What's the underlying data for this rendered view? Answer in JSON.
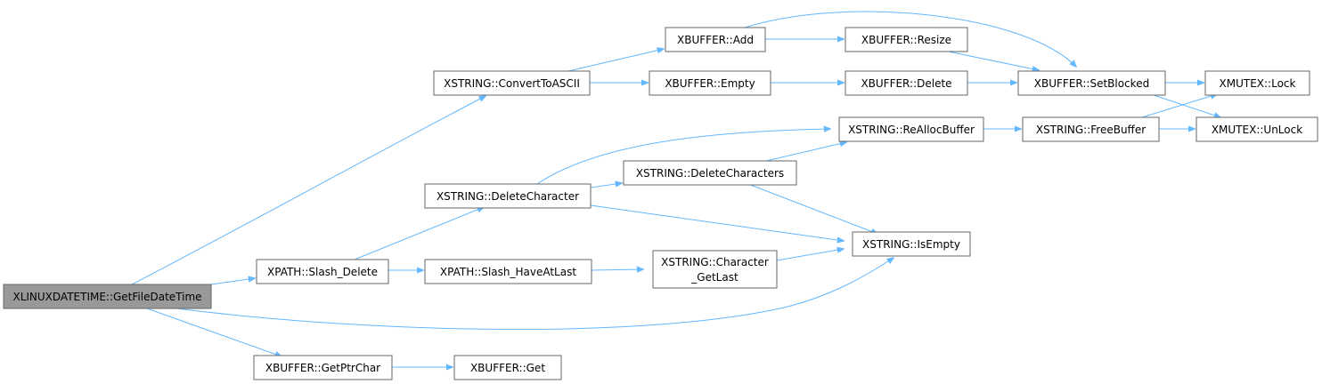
{
  "diagram": {
    "nodes": [
      {
        "id": "root",
        "label": [
          "XLINUXDATETIME::GetFileDateTime"
        ],
        "root": true
      },
      {
        "id": "convert",
        "label": [
          "XSTRING::ConvertToASCII"
        ]
      },
      {
        "id": "slashdel",
        "label": [
          "XPATH::Slash_Delete"
        ]
      },
      {
        "id": "getptr",
        "label": [
          "XBUFFER::GetPtrChar"
        ]
      },
      {
        "id": "add",
        "label": [
          "XBUFFER::Add"
        ]
      },
      {
        "id": "empty",
        "label": [
          "XBUFFER::Empty"
        ]
      },
      {
        "id": "delchar",
        "label": [
          "XSTRING::DeleteCharacter"
        ]
      },
      {
        "id": "haveatlast",
        "label": [
          "XPATH::Slash_HaveAtLast"
        ]
      },
      {
        "id": "get",
        "label": [
          "XBUFFER::Get"
        ]
      },
      {
        "id": "resize",
        "label": [
          "XBUFFER::Resize"
        ]
      },
      {
        "id": "bufdelete",
        "label": [
          "XBUFFER::Delete"
        ]
      },
      {
        "id": "realloc",
        "label": [
          "XSTRING::ReAllocBuffer"
        ]
      },
      {
        "id": "delchars",
        "label": [
          "XSTRING::DeleteCharacters"
        ]
      },
      {
        "id": "isempty",
        "label": [
          "XSTRING::IsEmpty"
        ]
      },
      {
        "id": "getlast",
        "label": [
          "XSTRING::Character",
          "_GetLast"
        ]
      },
      {
        "id": "setblocked",
        "label": [
          "XBUFFER::SetBlocked"
        ]
      },
      {
        "id": "freebuffer",
        "label": [
          "XSTRING::FreeBuffer"
        ]
      },
      {
        "id": "lock",
        "label": [
          "XMUTEX::Lock"
        ]
      },
      {
        "id": "unlock",
        "label": [
          "XMUTEX::UnLock"
        ]
      }
    ]
  }
}
